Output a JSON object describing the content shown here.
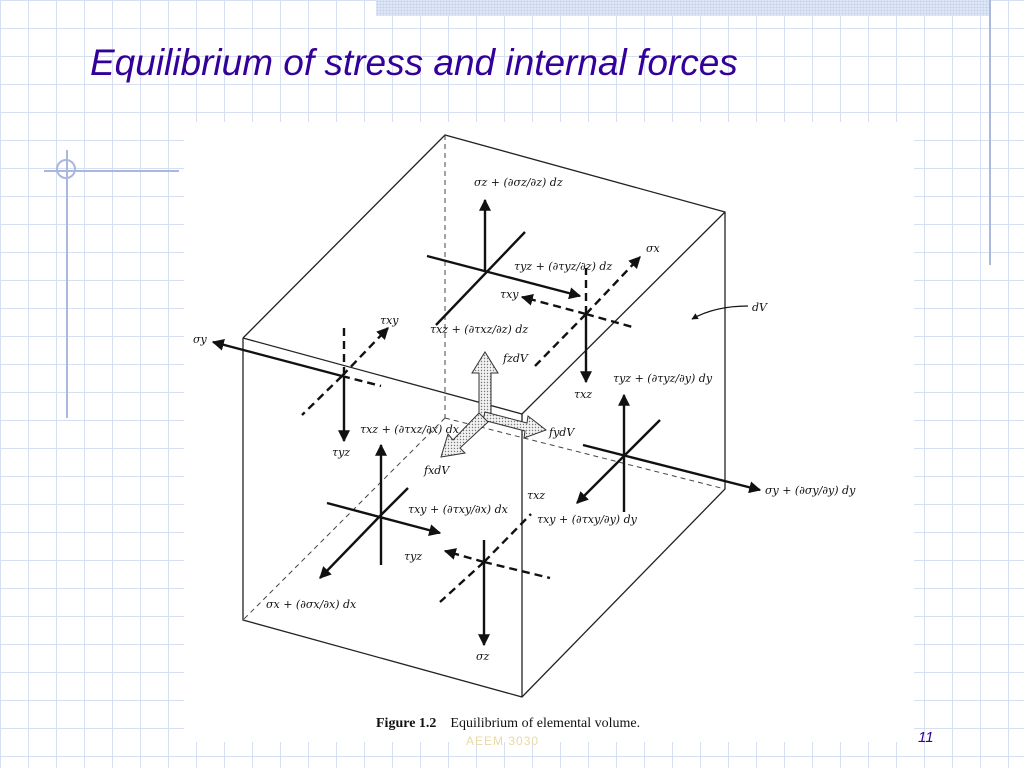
{
  "slide": {
    "title": "Equilibrium of stress and internal forces",
    "page_number": "11",
    "footer_text": "AEEM 3030"
  },
  "figure": {
    "caption_label": "Figure 1.2",
    "caption_text": "Equilibrium of elemental volume."
  },
  "labels": {
    "sigma_z_plus": "σz + (∂σz/∂z) dz",
    "tau_yz_plus_dz": "τyz + (∂τyz/∂z) dz",
    "sigma_x": "σx",
    "tau_xy_top": "τxy",
    "tau_xz_plus_dz": "τxz + (∂τxz/∂z) dz",
    "dV": "dV",
    "sigma_y": "σy",
    "tau_xy_left": "τxy",
    "fz_dV": "fzdV",
    "fy_dV": "fydV",
    "fx_dV": "fxdV",
    "tau_xz_right": "τxz",
    "tau_yz_plus_dy": "τyz + (∂τyz/∂y) dy",
    "tau_xz_plus_dx": "τxz + (∂τxz/∂x) dx",
    "tau_yz_left": "τyz",
    "tau_xy_plus_dx": "τxy + (∂τxy/∂x) dx",
    "tau_xz_front": "τxz",
    "tau_xy_plus_dy": "τxy + (∂τxy/∂y) dy",
    "sigma_y_plus": "σy + (∂σy/∂y) dy",
    "tau_yz_bottom": "τyz",
    "sigma_x_plus": "σx + (∂σx/∂x) dx",
    "sigma_z": "σz"
  }
}
